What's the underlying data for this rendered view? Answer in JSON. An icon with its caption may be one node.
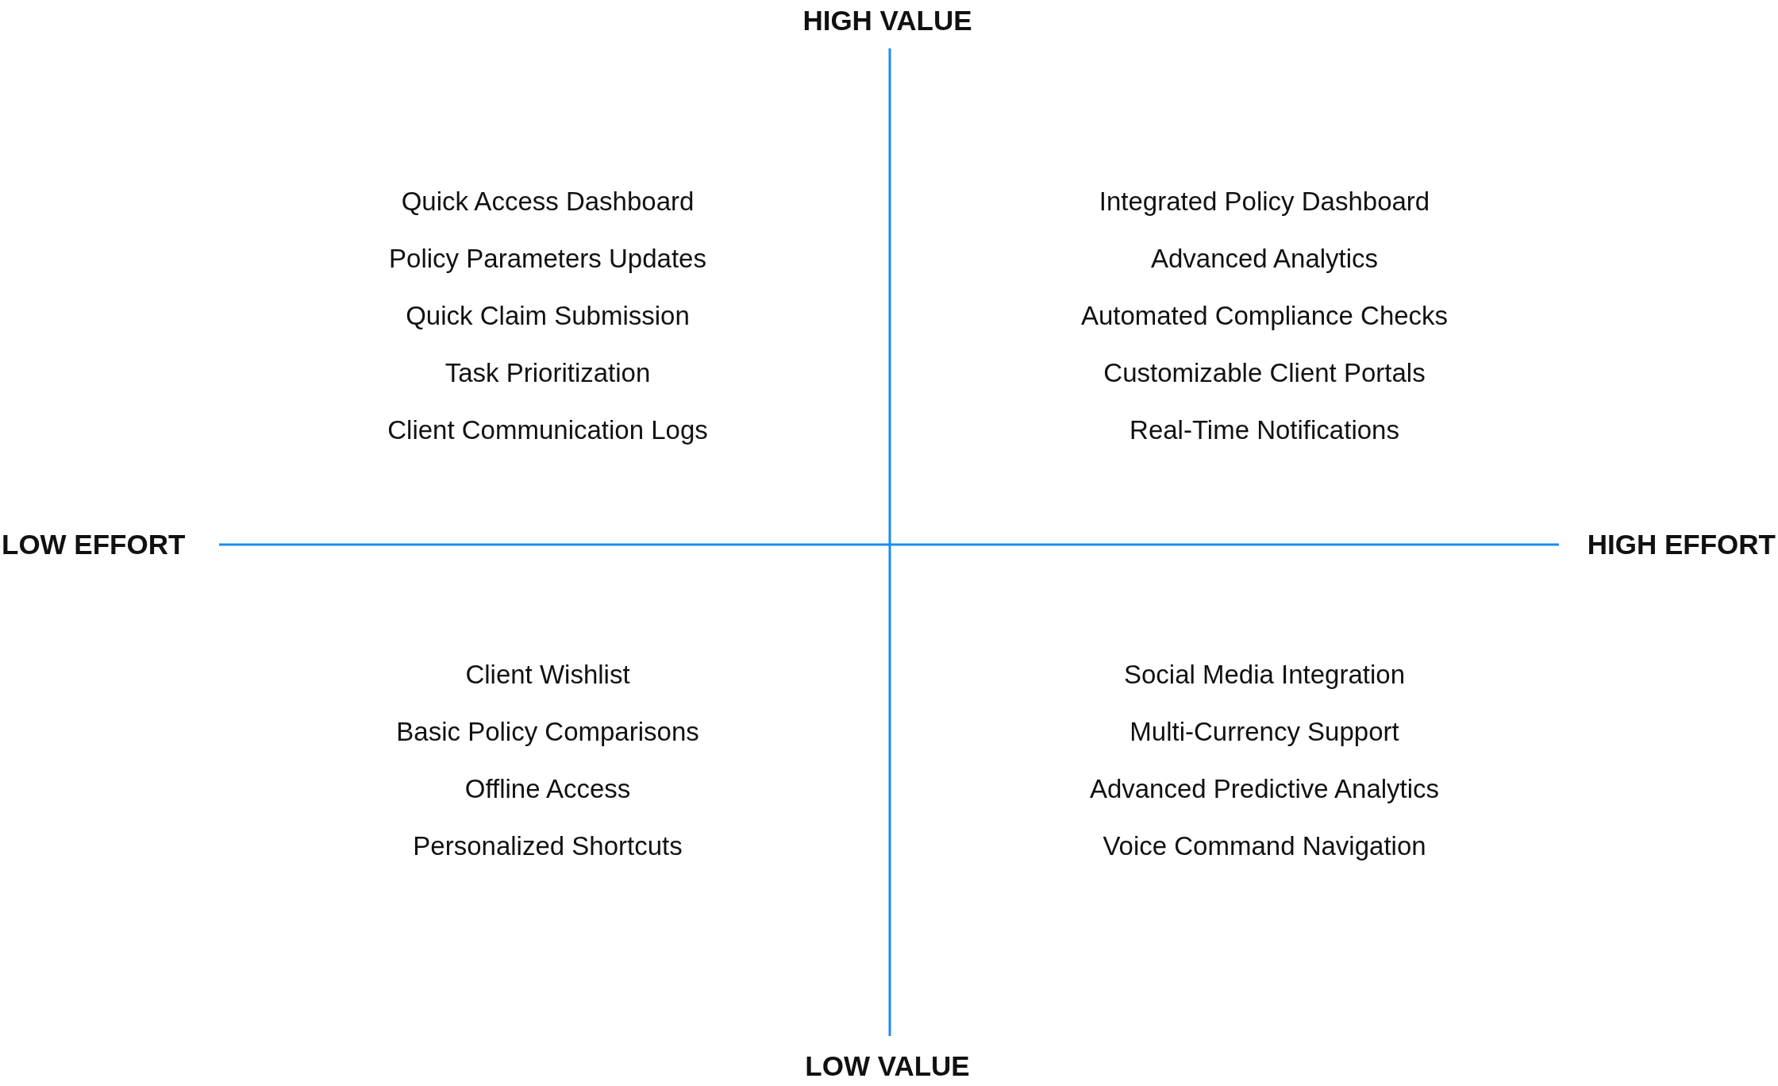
{
  "diagram": {
    "labels": [
      "HIGH VALUE",
      "Quick Access Dashboard",
      "Policy Parameters Updates",
      "Quick Claim Submission",
      "Task Prioritization",
      "Client Communication Logs",
      "Integrated Policy Dashboard",
      "Advanced Analytics",
      "Automated Compliance Checks",
      "Customizable Client Portals",
      "Real-Time Notifications",
      "LOW EFFORT",
      "HIGH EFFORT",
      "Client Wishlist",
      "Basic Policy Comparisons",
      "Offline Access",
      "Personalized Shortcuts",
      "Social Media Integration",
      "Multi-Currency Support",
      "Advanced Predictive Analytics",
      "Voice Command Navigation",
      "LOW VALUE"
    ]
  }
}
